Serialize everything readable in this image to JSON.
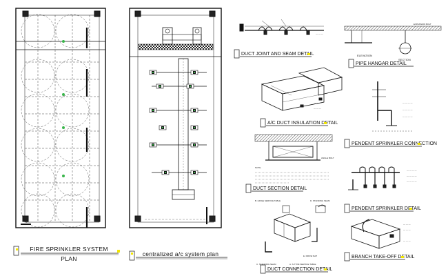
{
  "sheet": {
    "background": "#ffffff",
    "line_color": "#111111",
    "accent_yellow": "#f2e600",
    "accent_green": "#39b54a"
  },
  "titles": {
    "fire_plan_line1": "FIRE SPRINKLER SYSTEM",
    "fire_plan_line2": "PLAN",
    "ac_plan": "centralized a/c system plan",
    "duct_joint": "DUCT JOINT AND SEAM DETAIL",
    "pipe_hangar": "PIPE HANGAR DETAIL",
    "ac_duct_insulation": "A/C DUCT INSULATION DETAIL",
    "pendent_connection": "PENDENT SPRINKLER CONNECTION",
    "duct_section": "DUCT SECTION DETAIL",
    "pendent_detail": "PENDENT SPRINKLER DETAIL",
    "duct_connection": "DUCT CONNECTION DETAIL",
    "branch_takeoff": "BRANCH TAKE-OFF DETAIL"
  },
  "annotations": {
    "expansion_bolt": "EXPANSION BOLT",
    "elevation": "ELEVATION",
    "section": "SECTION",
    "hinge_service_table": "B. HINGE SERVICE TABLE",
    "standing_seam": "D. STANDING SEAM",
    "s_type_service_table": "A. S-TYPE SERVICE TABLE",
    "drive_slip": "E. DRIVE SLIP",
    "standing_seam_2": "C. STANDING SEAM",
    "angle_bolt": "ANGLE BOLT",
    "note": "NOTE"
  }
}
